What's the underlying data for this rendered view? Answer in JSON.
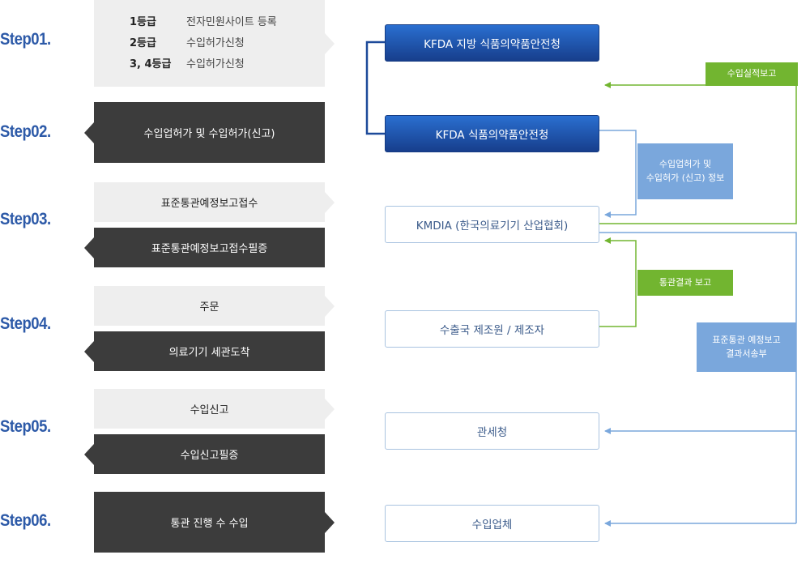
{
  "steps": [
    "Step01.",
    "Step02.",
    "Step03.",
    "Step04.",
    "Step05.",
    "Step06."
  ],
  "step1_rows": [
    {
      "grade": "1등급",
      "action": "전자민원사이트 등록"
    },
    {
      "grade": "2등급",
      "action": "수입허가신청"
    },
    {
      "grade": "3, 4등급",
      "action": "수입허가신청"
    }
  ],
  "left_boxes": {
    "step2": "수입업허가 및 수입허가(신고)",
    "step3_a": "표준통관예정보고접수",
    "step3_b": "표준통관예정보고접수필증",
    "step4_a": "주문",
    "step4_b": "의료기기 세관도착",
    "step5_a": "수입신고",
    "step5_b": "수입신고필증",
    "step6": "통관 진행 수 수입"
  },
  "orgs": {
    "kfda_regional": "KFDA 지방 식품의약품안전청",
    "kfda": "KFDA 식품의약품안전청",
    "kmdia": "KMDIA (한국의료기기 산업협회)",
    "manufacturer": "수출국 제조원 / 제조자",
    "customs": "관세청",
    "importer": "수입업체"
  },
  "tags": {
    "import_report": "수입실적보고",
    "license_info_1": "수입업허가 및",
    "license_info_2": "수입허가 (신고) 정보",
    "customs_result": "통관결과 보고",
    "standard_notice_1": "표준통관 예정보고",
    "standard_notice_2": "결과서송부"
  },
  "colors": {
    "step_text": "#2d5aa8",
    "dark_box": "#3c3c3c",
    "light_box": "#eeeeee",
    "green": "#72b530",
    "light_blue": "#7aa7dc",
    "navy": "#173e8c"
  }
}
